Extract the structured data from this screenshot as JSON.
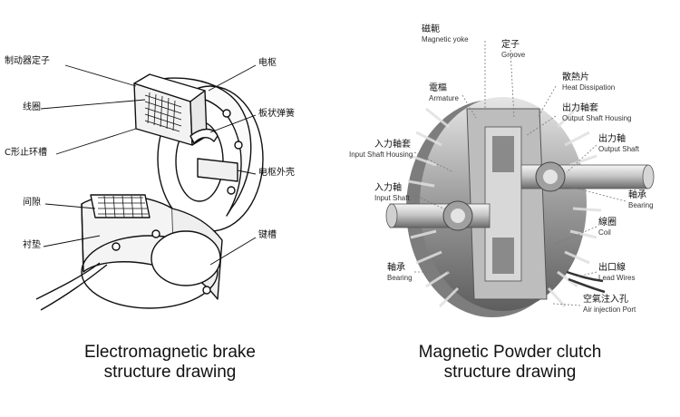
{
  "brake": {
    "labels": {
      "stator": "制动器定子",
      "coil": "线圈",
      "c_ring_groove": "C形止环槽",
      "gap": "间隙",
      "shim": "衬垫",
      "armature": "电枢",
      "leaf_spring": "板状弹簧",
      "armature_shell": "电枢外壳",
      "keyway": "键槽"
    },
    "caption": [
      "Electromagnetic brake",
      "structure drawing"
    ]
  },
  "clutch": {
    "labels": {
      "magnetic_yoke": {
        "cn": "磁軛",
        "en": "Magnetic yoke"
      },
      "groove": {
        "cn": "定子",
        "en": "Groove"
      },
      "heat_dissipation": {
        "cn": "散熱片",
        "en": "Heat Dissipation"
      },
      "armature": {
        "cn": "電樞",
        "en": "Armature"
      },
      "output_shaft_housing": {
        "cn": "出力軸套",
        "en": "Output Shaft Housing"
      },
      "input_shaft_housing": {
        "cn": "入力軸套",
        "en": "Input Shaft Housing"
      },
      "output_shaft": {
        "cn": "出力軸",
        "en": "Output Shaft"
      },
      "input_shaft": {
        "cn": "入力軸",
        "en": "Input Shaft"
      },
      "bearing_right": {
        "cn": "軸承",
        "en": "Bearing"
      },
      "coil": {
        "cn": "線圈",
        "en": "Coil"
      },
      "bearing_left": {
        "cn": "軸承",
        "en": "Bearing"
      },
      "lead_wires": {
        "cn": "出口線",
        "en": "Lead Wires"
      },
      "air_injection_port": {
        "cn": "空氣注入孔",
        "en": "Air injection Port"
      }
    },
    "caption": [
      "Magnetic Powder clutch",
      "structure drawing"
    ]
  }
}
